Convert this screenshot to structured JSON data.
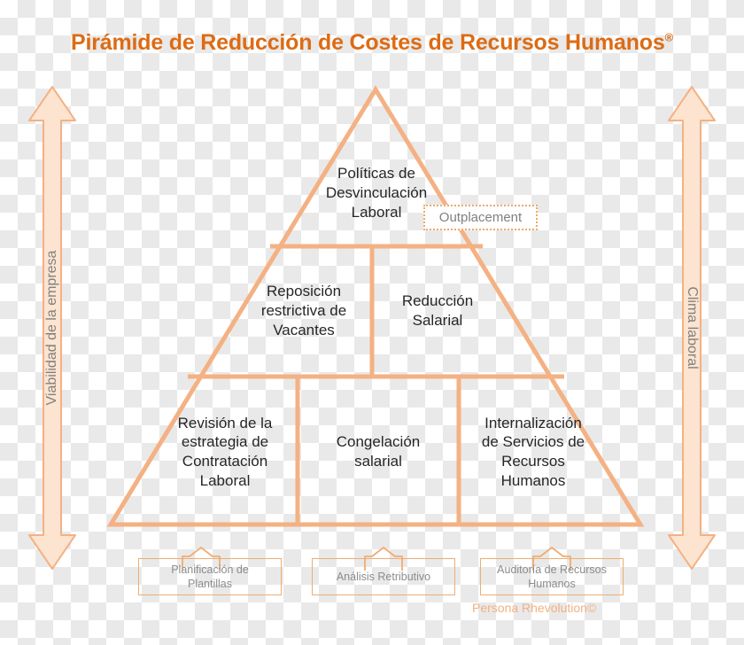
{
  "title": {
    "text": "Pirámide de Reducción de Costes de Recursos Humanos",
    "trademark": "®",
    "color": "#dd6b14"
  },
  "colors": {
    "pyramid_stroke": "#f4b183",
    "arrow_fill": "#fce4d0",
    "arrow_stroke": "#f4b183",
    "text_dark": "#262626",
    "text_gray": "#808080",
    "accent_orange": "#dd6b14",
    "signature_orange": "#f0b183"
  },
  "side_arrows": {
    "left": {
      "label": "Viabilidad de la empresa",
      "icon": "double-headed-vertical-arrow"
    },
    "right": {
      "label": "Clima laboral",
      "icon": "double-headed-vertical-arrow"
    }
  },
  "pyramid": {
    "tiers": [
      {
        "name": "apex",
        "cells": [
          {
            "label": "Políticas de\nDesvinculación\nLaboral"
          }
        ]
      },
      {
        "name": "middle",
        "cells": [
          {
            "label": "Reposición\nrestrictiva de\nVacantes"
          },
          {
            "label": "Reducción\nSalarial"
          }
        ]
      },
      {
        "name": "base",
        "cells": [
          {
            "label": "Revisión de la\nestrategia de\nContratación\nLaboral"
          },
          {
            "label": "Congelación\nsalarial"
          },
          {
            "label": "Internalización\nde Servicios de\nRecursos\nHumanos"
          }
        ]
      }
    ]
  },
  "badges": {
    "outplacement": "Outplacement"
  },
  "callouts": [
    {
      "label": "Planificación de\nPlantillas",
      "icon": "up-arrow-tab"
    },
    {
      "label": "Análisis Retributivo",
      "icon": "up-arrow-tab"
    },
    {
      "label": "Auditoría de Recursos\nHumanos",
      "icon": "up-arrow-tab"
    }
  ],
  "signature": "Persona Rhevolution©"
}
